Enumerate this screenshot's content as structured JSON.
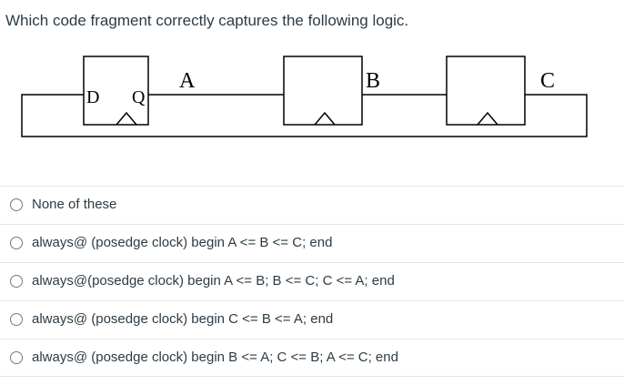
{
  "question": {
    "text": "Which code fragment correctly captures the following logic."
  },
  "diagram": {
    "ff1_d_label": "D",
    "ff1_q_label": "Q",
    "signal_a": "A",
    "signal_b": "B",
    "signal_c": "C"
  },
  "answers": [
    {
      "label": "None of these"
    },
    {
      "label": "always@ (posedge clock) begin A <= B <= C; end"
    },
    {
      "label": "always@(posedge clock) begin A <= B; B <= C; C <= A; end"
    },
    {
      "label": "always@ (posedge clock) begin C <= B <= A; end"
    },
    {
      "label": "always@ (posedge clock) begin B <= A; C <= B; A <= C; end"
    }
  ],
  "colors": {
    "text": "#2d3b45",
    "divider": "#e1e4e6",
    "radio_border": "#6f7a82",
    "diagram_stroke": "#000000"
  }
}
